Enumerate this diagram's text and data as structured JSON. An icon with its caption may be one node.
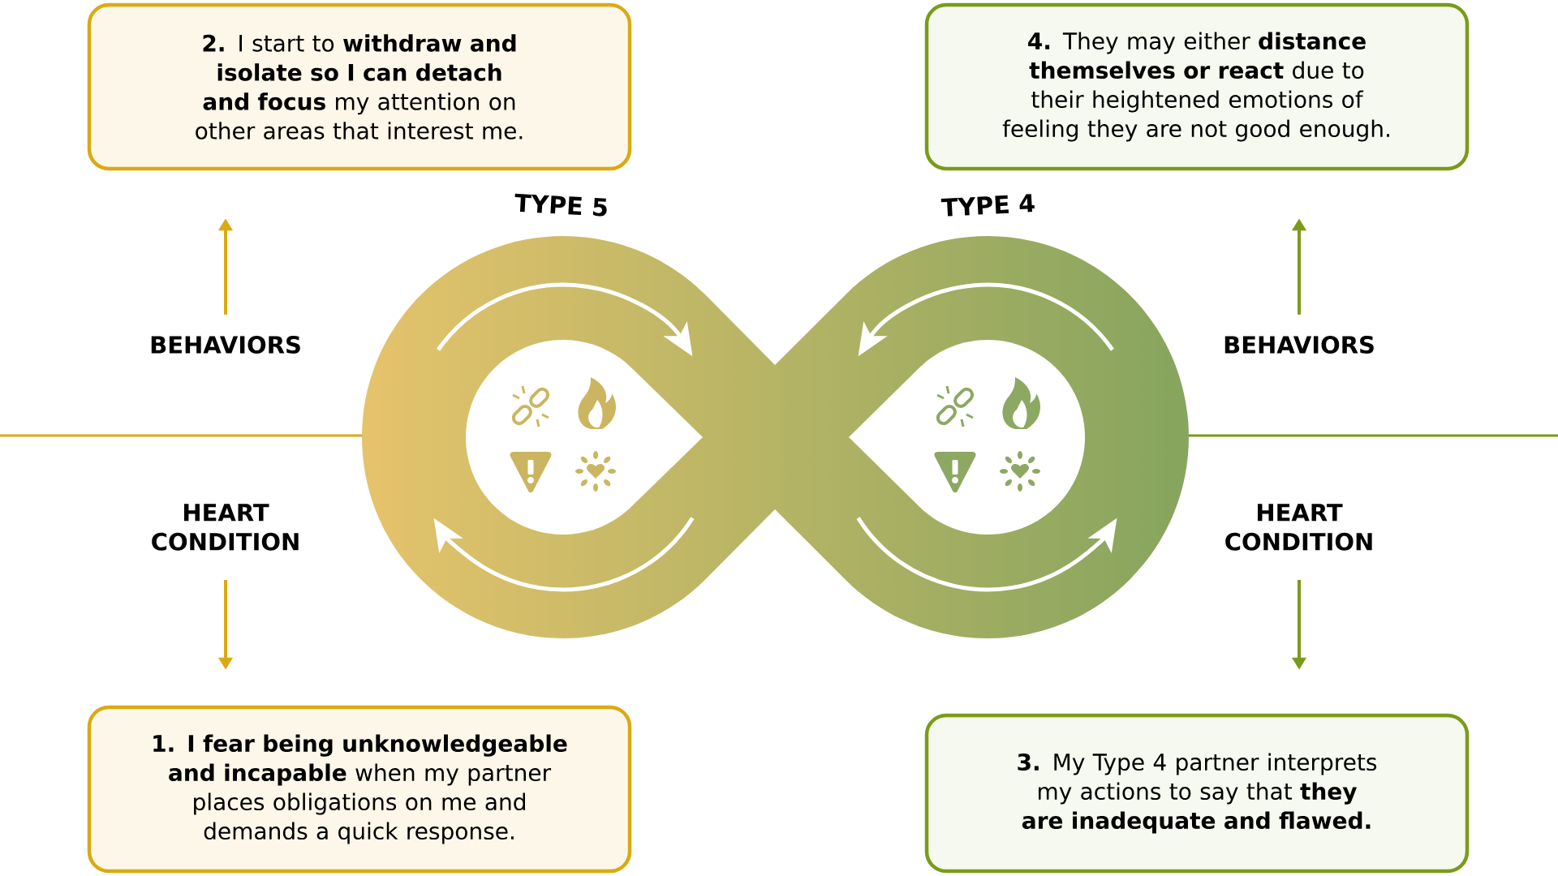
{
  "diagram": {
    "nodes": [
      {
        "text": [
          "**2.** I start to **withdraw and isolate so I can detach and focus** my attention on other areas that interest me."
        ]
      },
      {
        "text": [
          "**4.** They may either **distance themselves or react** due to their heightened emotions of feeling they are not good enough."
        ]
      },
      {
        "text": [
          "TYPE 5"
        ]
      },
      {
        "text": [
          "TYPE 4"
        ]
      },
      {
        "text": [
          "BEHAVIORS"
        ]
      },
      {
        "text": [
          "BEHAVIORS"
        ]
      },
      {
        "text": [
          "HEART CONDITION"
        ]
      },
      {
        "text": [
          "HEART CONDITION"
        ]
      },
      {
        "text": [
          "**1. I fear being unknowledgeable and incapable** when my partner places obligations on me and demands a quick response."
        ]
      },
      {
        "text": [
          "**3.** My Type 4 partner interprets my actions to say that **they are inadequate and flawed.**"
        ]
      }
    ],
    "edges": [
      {
        "from": 4,
        "to": 0,
        "arrow": "to",
        "color": "#daaa12"
      },
      {
        "from": 5,
        "to": 1,
        "arrow": "to",
        "color": "#7a9b1a"
      },
      {
        "from": 6,
        "to": 8,
        "arrow": "to",
        "color": "#daaa12"
      },
      {
        "from": 7,
        "to": 9,
        "arrow": "to",
        "color": "#7a9b1a"
      }
    ]
  }
}
